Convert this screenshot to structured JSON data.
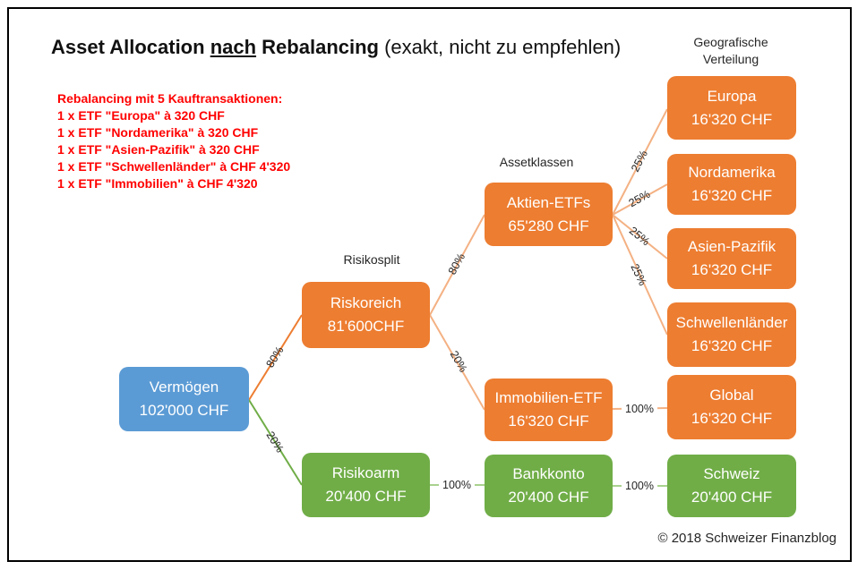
{
  "title": {
    "lead": "Asset Allocation",
    "underlined": "nach",
    "tail": "Rebalancing",
    "note": "(exakt, nicht zu empfehlen)"
  },
  "transactions": {
    "heading": "Rebalancing mit 5 Kauftransaktionen:",
    "items": [
      "1 x ETF \"Europa\" à 320 CHF",
      "1 x ETF \"Nordamerika\" à 320 CHF",
      "1 x ETF \"Asien-Pazifik\" à 320 CHF",
      "1 x ETF \"Schwellenländer\" à CHF 4'320",
      "1 x ETF \"Immobilien\" à CHF 4'320"
    ]
  },
  "column_labels": {
    "risikosplit": "Risikosplit",
    "assetklassen": "Assetklassen",
    "geografie": "Geografische Verteilung"
  },
  "nodes": {
    "vermoegen": {
      "label": "Vermögen",
      "value": "102'000 CHF"
    },
    "riskoreich": {
      "label": "Riskoreich",
      "value": "81'600CHF"
    },
    "risikoarm": {
      "label": "Risikoarm",
      "value": "20'400 CHF"
    },
    "aktien_etfs": {
      "label": "Aktien-ETFs",
      "value": "65'280 CHF"
    },
    "immobilien_etf": {
      "label": "Immobilien-ETF",
      "value": "16'320 CHF"
    },
    "bankkonto": {
      "label": "Bankkonto",
      "value": "20'400 CHF"
    },
    "europa": {
      "label": "Europa",
      "value": "16'320 CHF"
    },
    "nordamerika": {
      "label": "Nordamerika",
      "value": "16'320 CHF"
    },
    "asien_pazifik": {
      "label": "Asien-Pazifik",
      "value": "16'320 CHF"
    },
    "schwellenlaender": {
      "label": "Schwellenländer",
      "value": "16'320 CHF"
    },
    "global": {
      "label": "Global",
      "value": "16'320 CHF"
    },
    "schweiz": {
      "label": "Schweiz",
      "value": "20'400 CHF"
    }
  },
  "edge_labels": {
    "vermoegen_riskoreich": "80%",
    "vermoegen_risikoarm": "20%",
    "riskoreich_aktien": "80%",
    "riskoreich_immobilien": "20%",
    "aktien_europa": "25%",
    "aktien_nordamerika": "25%",
    "aktien_asien": "25%",
    "aktien_schwellen": "25%",
    "immobilien_global": "100%",
    "risikoarm_bankkonto": "100%",
    "bankkonto_schweiz": "100%"
  },
  "footer": {
    "copyright": "© 2018 Schweizer Finanzblog"
  },
  "colors": {
    "node_blue": "#5B9BD5",
    "node_orange": "#ED7D31",
    "node_green": "#70AD47",
    "edge_orange": "#ED7D31",
    "edge_green": "#70AD47",
    "edge_light_orange": "#F4B183",
    "edge_light_green": "#A9D18E",
    "warning_red": "#FF0000"
  }
}
